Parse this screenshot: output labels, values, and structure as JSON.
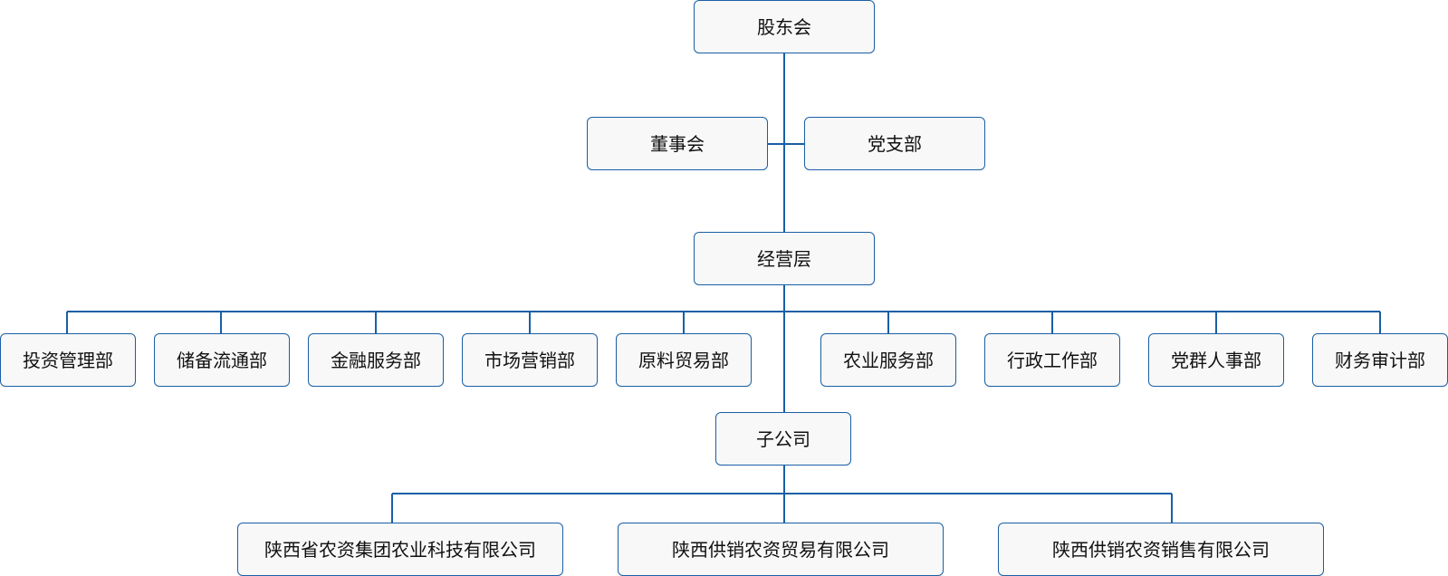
{
  "org_chart": {
    "top": {
      "shareholders": "股东会",
      "board": "董事会",
      "party_branch": "党支部",
      "management": "经营层"
    },
    "departments": [
      "投资管理部",
      "储备流通部",
      "金融服务部",
      "市场营销部",
      "原料贸易部",
      "农业服务部",
      "行政工作部",
      "党群人事部",
      "财务审计部"
    ],
    "subsidiary": {
      "label": "子公司",
      "companies": [
        "陕西省农资集团农业科技有限公司",
        "陕西供销农资贸易有限公司",
        "陕西供销农资销售有限公司"
      ]
    }
  },
  "colors": {
    "line": "#1a5fa5",
    "node_border": "#1a5fa5",
    "node_fill": "#f8f8f8",
    "text": "#111111"
  }
}
